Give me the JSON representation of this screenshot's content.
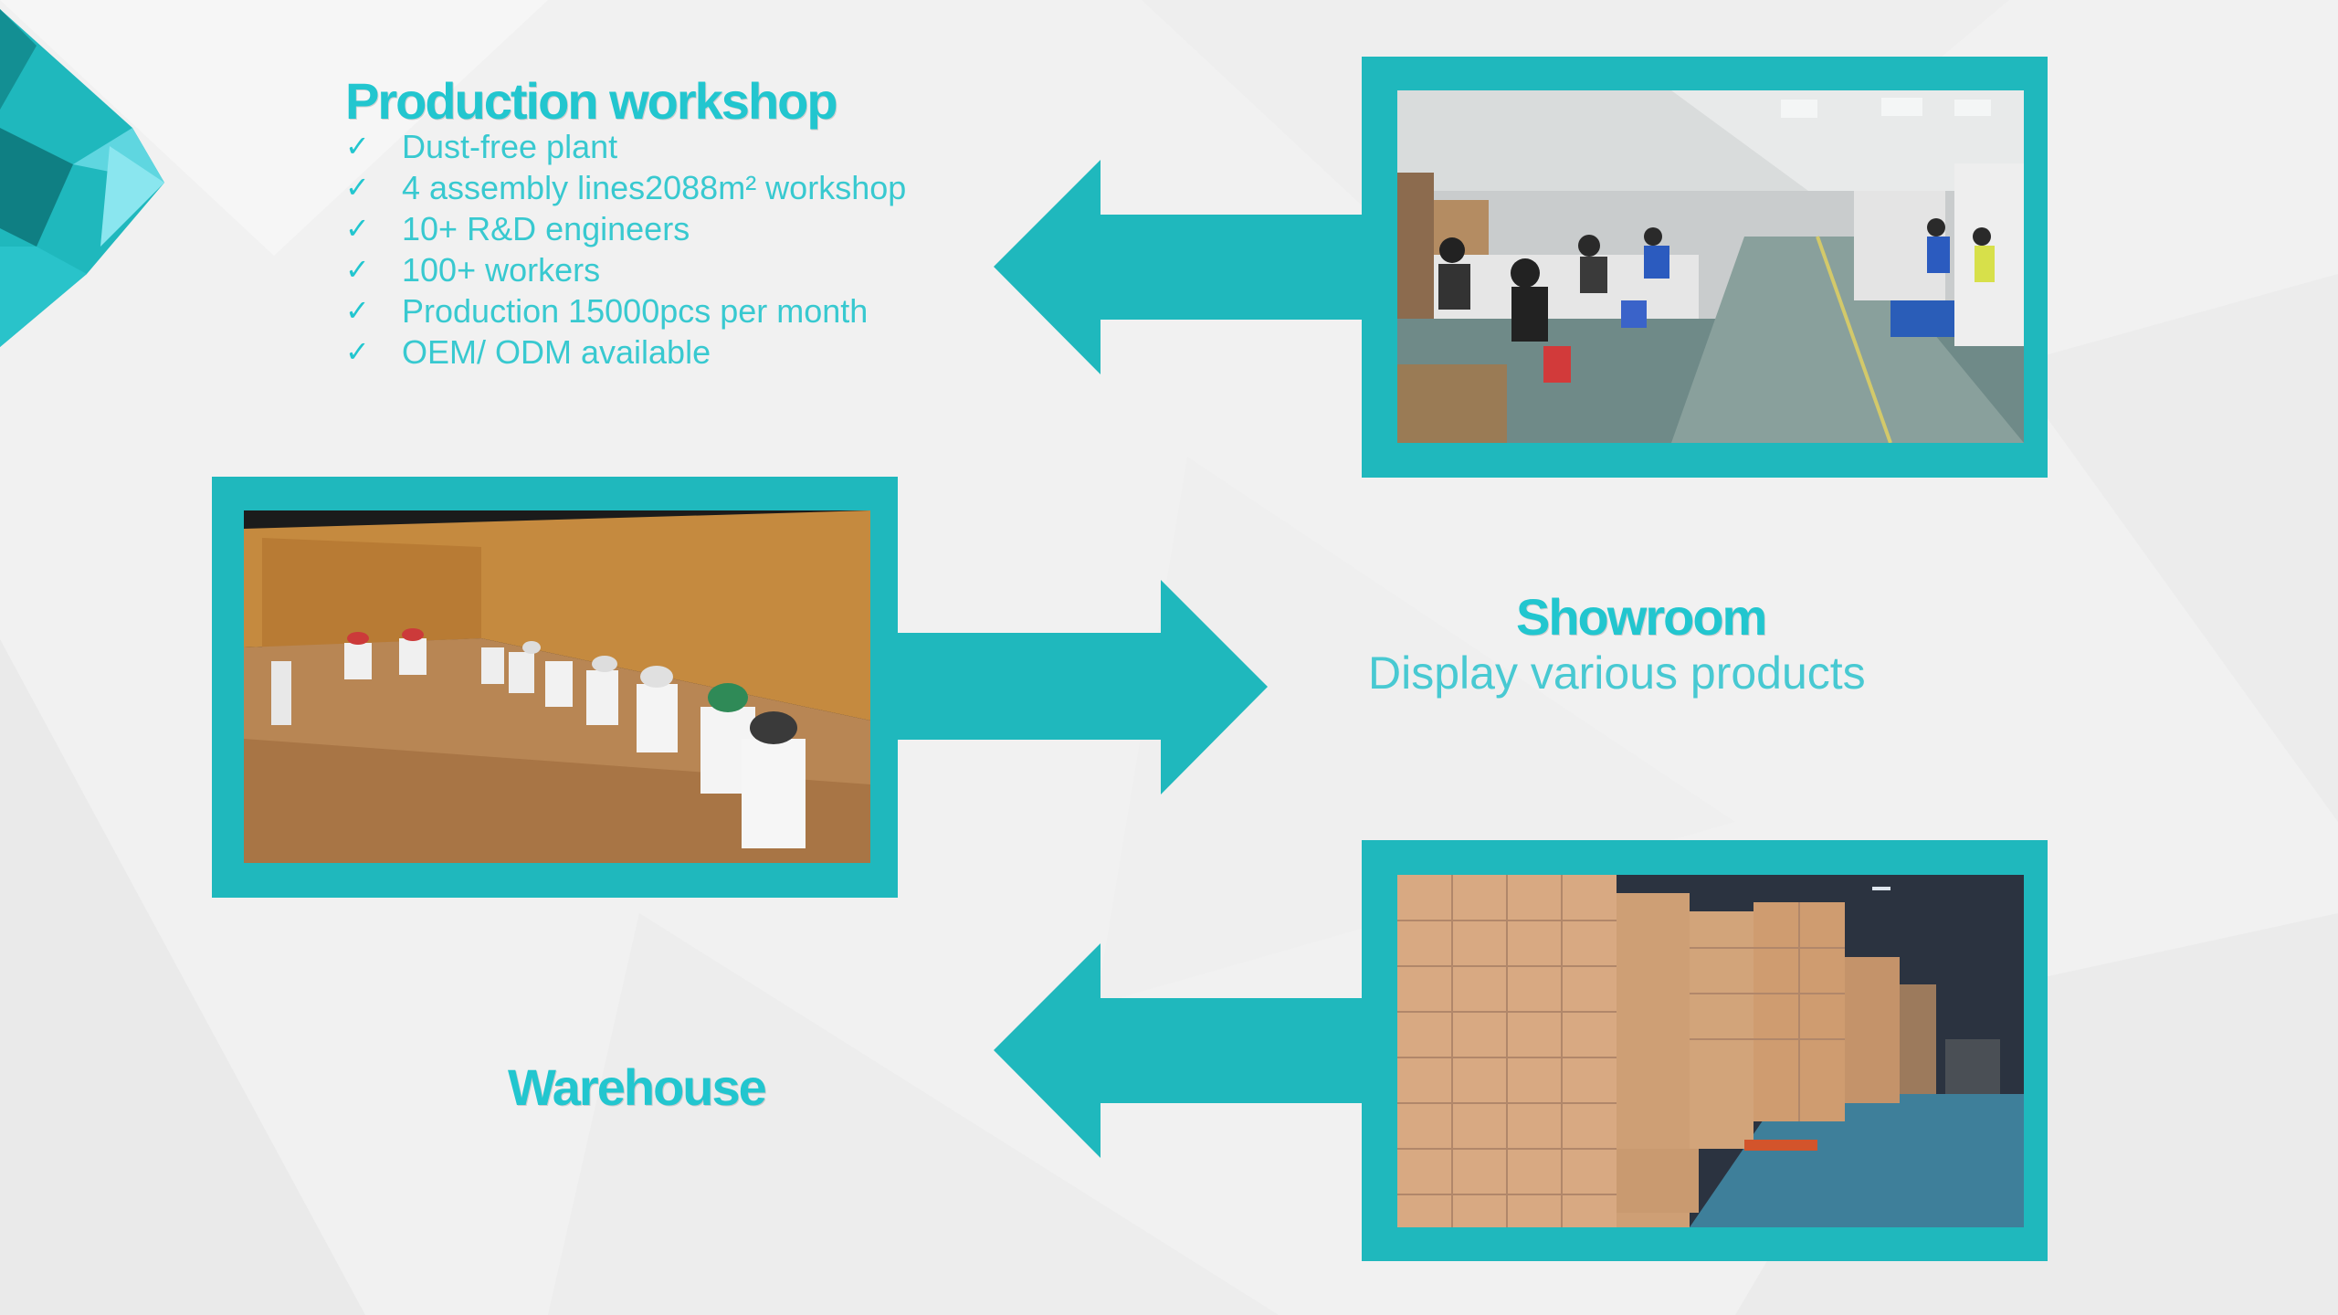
{
  "workshop": {
    "title": "Production workshop",
    "check_glyph": "✓",
    "features": [
      "Dust-free plant",
      "4 assembly lines2088m² workshop",
      "10+ R&D engineers",
      "100+ workers",
      "Production 15000pcs per month",
      "OEM/ ODM available"
    ]
  },
  "showroom": {
    "title": "Showroom",
    "subtitle": "Display various products"
  },
  "warehouse": {
    "title": "Warehouse"
  },
  "colors": {
    "accent": "#1fb8bd",
    "title": "#22c6cf",
    "text": "#38c9d0",
    "background": "#f1f1f1"
  }
}
